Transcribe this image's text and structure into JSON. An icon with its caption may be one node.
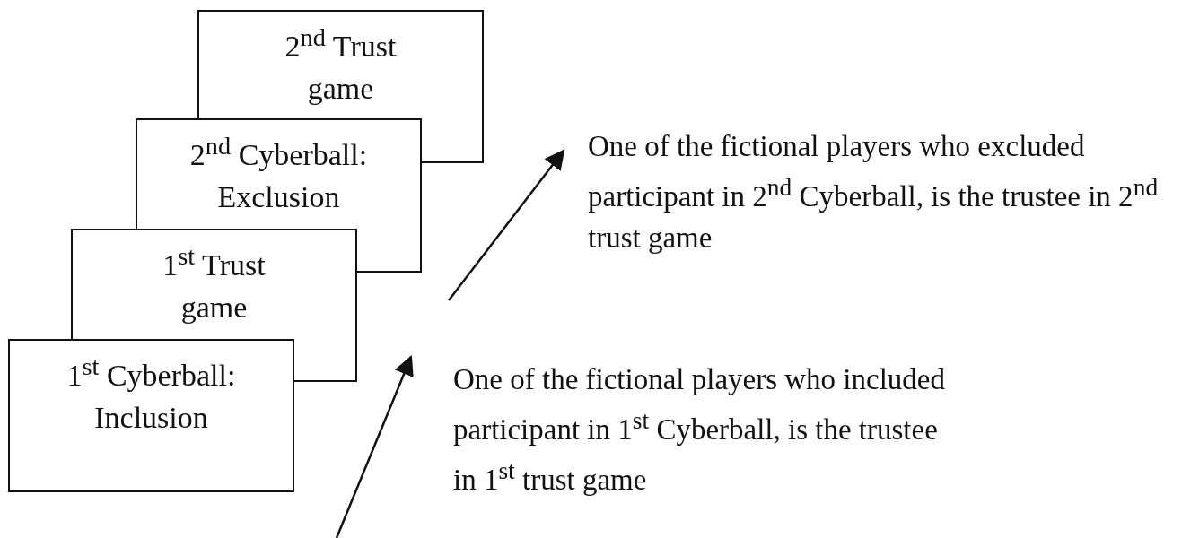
{
  "diagram": {
    "nodes": [
      {
        "text": [
          "2$^{nd}$ Trust game"
        ]
      },
      {
        "text": [
          "2$^{nd}$ Cyberball: Exclusion"
        ]
      },
      {
        "text": [
          "1$^{st}$ Trust game"
        ]
      },
      {
        "text": [
          "1$^{st}$ Cyberball: Inclusion"
        ]
      }
    ],
    "edges": [],
    "labels": [
      "One of the fictional players who excluded participant in 2$^{nd}$ Cyberball, is the trustee in 2$^{nd}$ trust game",
      "One of the fictional players who included participant in 1$^{st}$ Cyberball, is the trustee in 1$^{st}$ trust game"
    ]
  }
}
